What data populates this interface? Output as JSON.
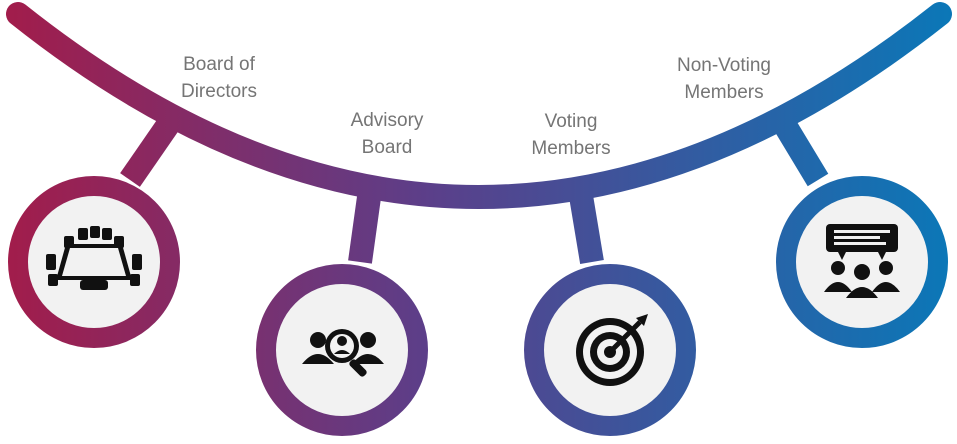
{
  "colors": {
    "arc_start": "#a31c4a",
    "arc_mid": "#5b3f8a",
    "arc_end": "#0a78b8",
    "circle_fill": "#f2f2f2",
    "icon": "#111111",
    "label_text": "#757575"
  },
  "items": [
    {
      "line1": "Board of",
      "line2": "Directors",
      "icon": "conference-table-icon"
    },
    {
      "line1": "Advisory",
      "line2": "Board",
      "icon": "search-people-icon"
    },
    {
      "line1": "Voting",
      "line2": "Members",
      "icon": "target-icon"
    },
    {
      "line1": "Non-Voting",
      "line2": "Members",
      "icon": "audience-speech-icon"
    }
  ]
}
